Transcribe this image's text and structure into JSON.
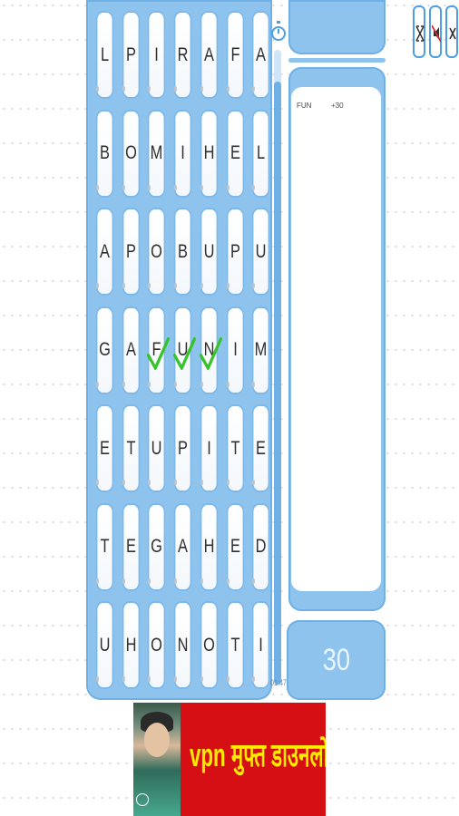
{
  "board": {
    "grid": [
      [
        "L",
        "P",
        "I",
        "R",
        "A",
        "F",
        "A"
      ],
      [
        "B",
        "O",
        "M",
        "I",
        "H",
        "E",
        "L"
      ],
      [
        "A",
        "P",
        "O",
        "B",
        "U",
        "P",
        "U"
      ],
      [
        "G",
        "A",
        "F",
        "U",
        "N",
        "I",
        "M"
      ],
      [
        "E",
        "T",
        "U",
        "P",
        "I",
        "T",
        "E"
      ],
      [
        "T",
        "E",
        "G",
        "A",
        "H",
        "E",
        "D"
      ],
      [
        "U",
        "H",
        "O",
        "N",
        "O",
        "T",
        "I"
      ]
    ],
    "found": [
      [
        3,
        2
      ],
      [
        3,
        3
      ],
      [
        3,
        4
      ]
    ]
  },
  "found_words": [
    {
      "word": "FUN",
      "points": "+30"
    }
  ],
  "score": "30",
  "timer_text": "01:47",
  "time_progress": 0.95,
  "controls": [
    "shuffle-icon",
    "sound-off-icon",
    "close-icon"
  ],
  "ad": {
    "text": "vpn मुफ्त डाउनलोड"
  },
  "colors": {
    "accent": "#8ec3ee",
    "accent_dark": "#4d9ee3",
    "check": "#39c22b",
    "ad_bg": "#d60f14",
    "ad_text": "#ffea00"
  }
}
